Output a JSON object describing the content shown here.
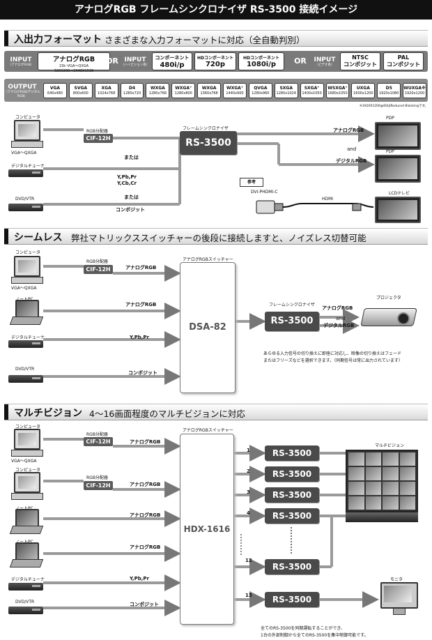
{
  "title": "アナログRGB フレームシンクロナイザ RS-3500 接続イメージ",
  "sections": {
    "io": {
      "head": "入出力フォーマット",
      "desc": "さまざまな入力フォーマットに対応（全自動判別）"
    },
    "seamless": {
      "head": "シームレス",
      "desc": "弊社マトリックススイッチャーの後段に接続しますと、ノイズレス切替可能"
    },
    "multi": {
      "head": "マルチビジョン",
      "desc": "4〜16画面程度のマルチビジョンに対応"
    }
  },
  "input_strip": {
    "input1": {
      "label": "INPUT",
      "sub": "（アナログRGB）",
      "title": "アナログRGB",
      "detail1": "15k･VGA〜QXGA",
      "detail2": "320X200〜2048X1536"
    },
    "or1": "OR",
    "input2": {
      "label": "INPUT",
      "sub": "（ハイビジョン系）"
    },
    "hd": [
      {
        "line1": "コンポーネント",
        "line2": "480i/p"
      },
      {
        "line1": "HDコンポーネント",
        "line2": "720p"
      },
      {
        "line1": "HDコンポーネント",
        "line2": "1080i/p"
      }
    ],
    "or2": "OR",
    "input3": {
      "label": "INPUT",
      "sub": "（ビデオ系）"
    },
    "video": [
      {
        "line1": "NTSC",
        "line2": "コンポジット"
      },
      {
        "line1": "PAL",
        "line2": "コンポジット"
      }
    ]
  },
  "output_strip": {
    "label": "OUTPUT",
    "sub": "（アナログRGB/デジタルRGB）",
    "items": [
      {
        "name": "VGA",
        "res": "640x480"
      },
      {
        "name": "SVGA",
        "res": "800x600"
      },
      {
        "name": "XGA",
        "res": "1024x768"
      },
      {
        "name": "D4",
        "res": "1280x720"
      },
      {
        "name": "WXGA",
        "res": "1280x768"
      },
      {
        "name": "WXGA⁺",
        "res": "1280x800"
      },
      {
        "name": "WXGA",
        "res": "1360x768"
      },
      {
        "name": "WXGA⁺",
        "res": "1440x900"
      },
      {
        "name": "QVGA",
        "res": "1280x960"
      },
      {
        "name": "SXGA",
        "res": "1280x1024"
      },
      {
        "name": "SXGA⁺",
        "res": "1400x1050"
      },
      {
        "name": "WSXGA⁺",
        "res": "1680x1050"
      },
      {
        "name": "UXGA",
        "res": "1600x1200"
      },
      {
        "name": "D5",
        "res": "1920x1080"
      },
      {
        "name": "WUXGA※",
        "res": "1920x1200"
      }
    ],
    "note": "※1920X1200@60はReduced Blankingです。"
  },
  "diagram1": {
    "computer_label": "コンピュータ",
    "computer_range": "VGA〜QXGA",
    "splitter_label": "RGB分配器",
    "cif": "CIF-12H",
    "or_text1": "または",
    "tuner_label": "デジタルチューナ",
    "ypbpr": "Y,Pb,Pr",
    "ycbcr": "Y,Cb,Cr",
    "or_text2": "または",
    "dvd_label": "DVD/VTR",
    "composite": "コンポジット",
    "fs_label": "フレームシンクロナイザ",
    "unit": "RS-3500",
    "out_analog": "アナログRGB",
    "and_text": "and",
    "out_digital": "デジタルRGB",
    "pdp1": "PDP",
    "pdp2": "PDP",
    "ref": "参考",
    "dvi_label": "DVI-PHDMI-C",
    "hdmi": "HDMI",
    "lcd": "LCDテレビ"
  },
  "diagram2": {
    "computer_label": "コンピュータ",
    "splitter_label": "RGB分配器",
    "cif": "CIF-12H",
    "computer_range": "VGA〜QXGA",
    "analog1": "アナログRGB",
    "notepc_label": "ノートPC",
    "analog2": "アナログRGB",
    "tuner_label": "デジタルチューナ",
    "ypbpr": "Y,Pb,Pr",
    "dvd_label": "DVD/VTR",
    "composite": "コンポジット",
    "switcher_label": "アナログRGBスイッチャー",
    "switcher": "DSA-82",
    "fs_label": "フレームシンクロナイザ",
    "unit": "RS-3500",
    "out_analog": "アナログRGB",
    "and_text": "and",
    "out_digital": "デジタルRGB",
    "projector": "プロジェクタ",
    "note1": "あらゆる入力信号の切り換えに即座に対応し、映像の切り換えはフェード",
    "note2": "またはフリーズなどを選択できます。（同期信号は常に出力されています）"
  },
  "diagram3": {
    "computer_label1": "コンピュータ",
    "splitter_label1": "RGB分配器",
    "cif1": "CIF-12H",
    "computer_range": "VGA〜QXGA",
    "analog1": "アナログRGB",
    "computer_label2": "コンピュータ",
    "splitter_label2": "RGB分配器",
    "cif2": "CIF-12H",
    "analog2": "アナログRGB",
    "notepc_label1": "ノートPC",
    "analog3": "アナログRGB",
    "notepc_label2": "ノートPC",
    "analog4": "アナログRGB",
    "tuner_label": "デジタルチューナ",
    "ypbpr": "Y,Pb,Pr",
    "dvd_label": "DVD/VTR",
    "composite": "コンポジット",
    "switcher_label": "アナログRGBスイッチャー",
    "switcher": "HDX-1616",
    "outputs": [
      "1",
      "2",
      "3",
      "4",
      "12",
      "13"
    ],
    "unit": "RS-3500",
    "multivision": "マルチビジョン",
    "monitor": "モニタ",
    "note1": "全てのRS-3500を同期運転することができ、",
    "note2": "1台の外部制御から全てのRS-3500を集中制御可能です。"
  }
}
